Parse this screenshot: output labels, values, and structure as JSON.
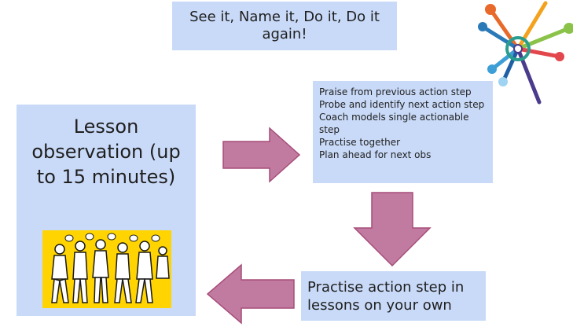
{
  "title": "See it, Name it, Do it, Do it again!",
  "lesson_observation": "Lesson observation (up to 15 minutes)",
  "coaching_steps": [
    "Praise from previous action step",
    "Probe and identify next action step",
    "Coach models single actionable step",
    "Practise together",
    "Plan ahead for next obs"
  ],
  "practise_own": "Practise action step in lessons on your own",
  "colors": {
    "box_fill": "#c9daf8",
    "arrow_fill": "#c27ba0",
    "arrow_stroke": "#a64d79",
    "illustration_bg": "#ffd400"
  },
  "icons": {
    "logo": "compass-logo-icon",
    "illustration": "people-talking-illustration"
  }
}
